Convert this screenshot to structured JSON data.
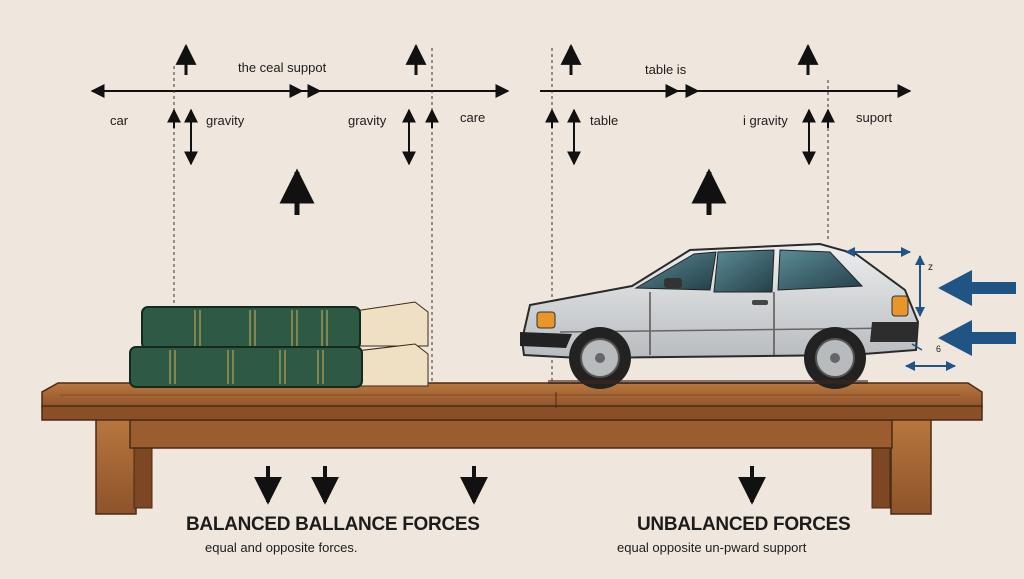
{
  "labels": {
    "left_top": "the ceal suppot",
    "car": "car",
    "gravity_left": "gravity",
    "gravity_mid": "gravity",
    "care": "care",
    "table_is": "table is",
    "table": "table",
    "gravity_right": "i gravity",
    "support": "suport",
    "tiny_z": "z",
    "tiny_6": "6"
  },
  "captions": {
    "balanced_title": "BALANCED BALLANCE FORCES",
    "balanced_sub": "equal and opposite forces.",
    "unbalanced_title": "UNBALANCED FORCES",
    "unbalanced_sub": "equal opposite un-pward support"
  },
  "colors": {
    "background": "#efe7dd",
    "arrow": "#111111",
    "blue_arrow": "#1f5485",
    "book": "#2e5a45",
    "pages": "#efe0c4",
    "wood": "#a9683a",
    "car_body": "#d6d8da"
  }
}
